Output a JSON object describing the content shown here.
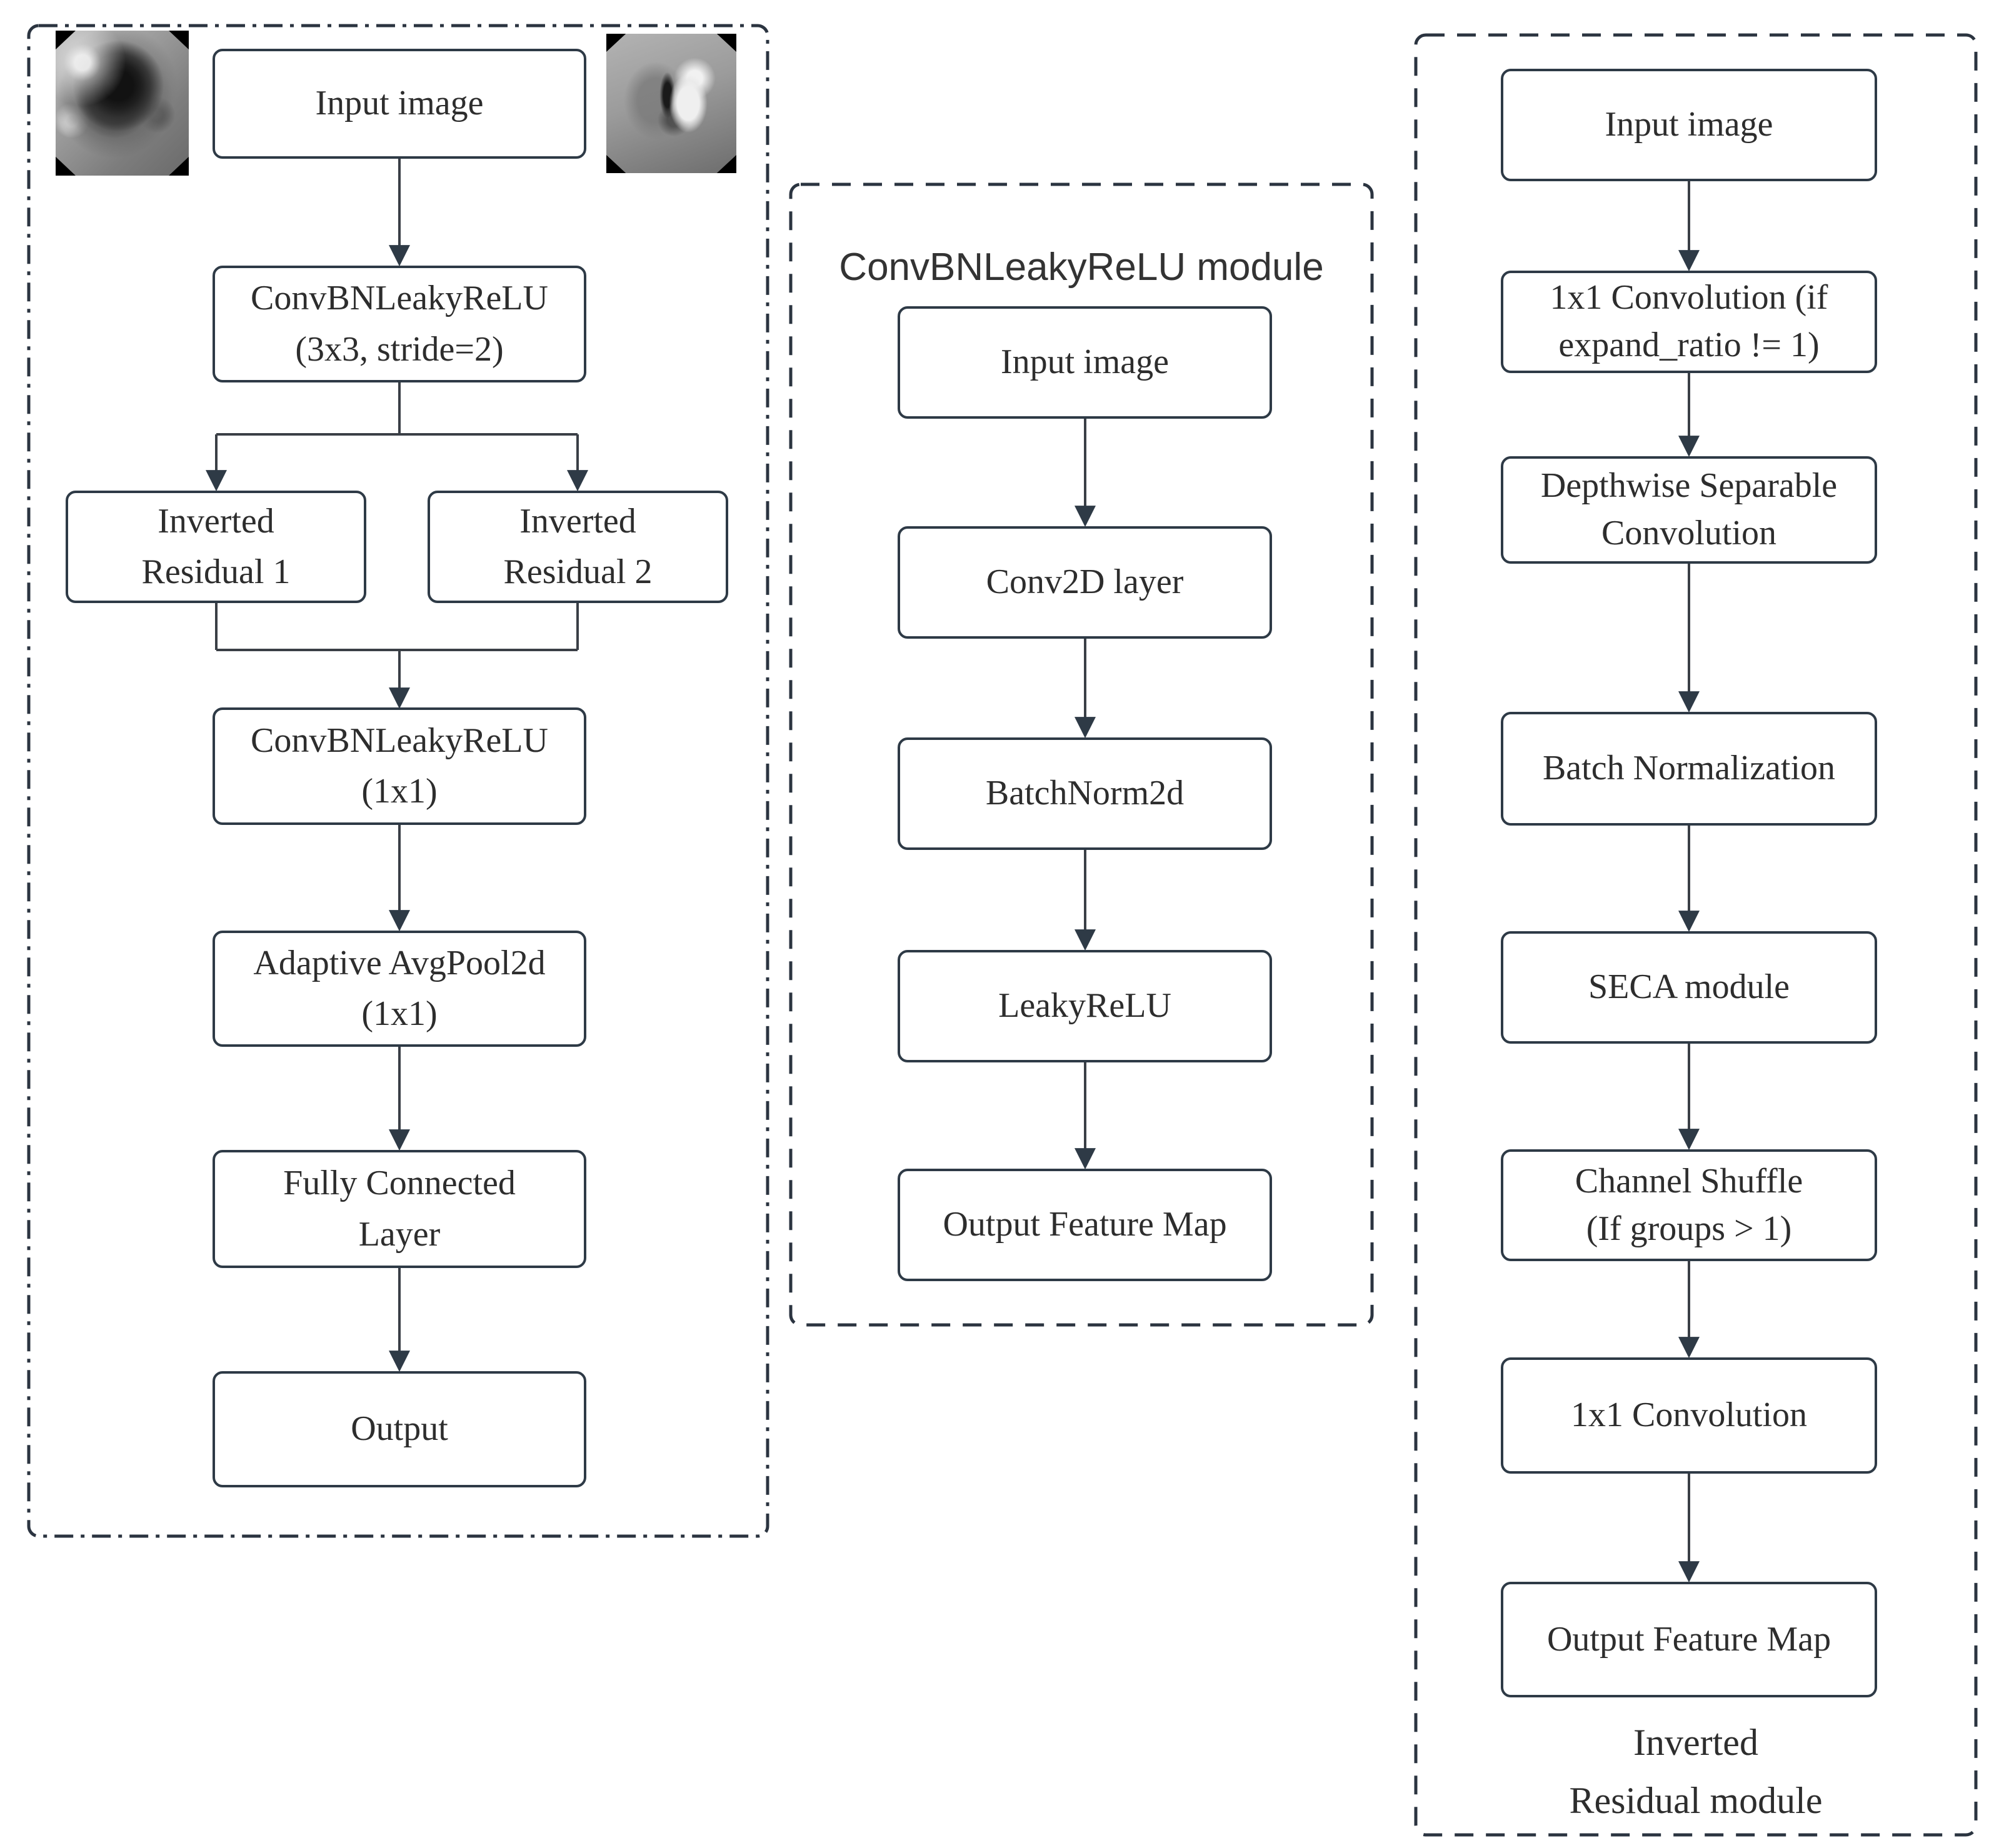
{
  "figure": {
    "type": "architecture-flowchart",
    "background": "#ffffff"
  },
  "panels": {
    "backbone": {
      "border_style": "dash-dot",
      "images": [
        {
          "name": "endoscopy-photo-left"
        },
        {
          "name": "endoscopy-photo-right"
        }
      ],
      "boxes": [
        {
          "label": "Input image"
        },
        {
          "label": "ConvBNLeakyReLU\n(3x3, stride=2)"
        },
        {
          "label": "Inverted\nResidual 1"
        },
        {
          "label": "Inverted\nResidual 2"
        },
        {
          "label": "ConvBNLeakyReLU\n(1x1)"
        },
        {
          "label": "Adaptive AvgPool2d\n(1x1)"
        },
        {
          "label": "Fully Connected\nLayer"
        },
        {
          "label": "Output"
        }
      ]
    },
    "convbn_module": {
      "border_style": "dashed",
      "title": "ConvBNLeakyReLU module",
      "boxes": [
        {
          "label": "Input image"
        },
        {
          "label": "Conv2D layer"
        },
        {
          "label": "BatchNorm2d"
        },
        {
          "label": "LeakyReLU"
        },
        {
          "label": "Output Feature Map"
        }
      ]
    },
    "inverted_residual_module": {
      "border_style": "dashed",
      "caption": "Inverted\nResidual module",
      "boxes": [
        {
          "label": "Input image"
        },
        {
          "label": "1x1 Convolution (if\nexpand_ratio != 1)"
        },
        {
          "label": "Depthwise Separable\nConvolution"
        },
        {
          "label": "Batch Normalization"
        },
        {
          "label": "SECA module"
        },
        {
          "label": "Channel Shuffle\n(If groups > 1)"
        },
        {
          "label": "1x1 Convolution"
        },
        {
          "label": "Output Feature Map"
        }
      ]
    }
  },
  "colors": {
    "box_border": "#2e3a46",
    "panel_border": "#2b3440",
    "connector": "#3a3f46",
    "text": "#2d2d2d",
    "background": "#ffffff",
    "photo_corner": "#000000"
  }
}
